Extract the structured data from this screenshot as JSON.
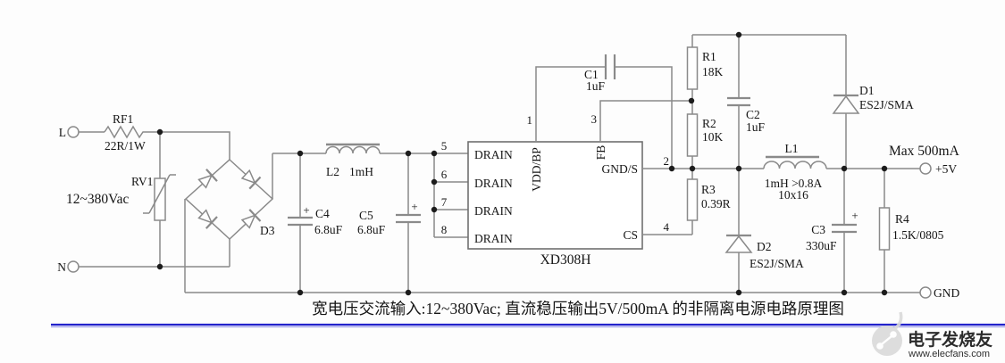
{
  "caption": "宽电压交流输入:12~380Vac; 直流稳压输出5V/500mA 的非隔离电源电路原理图",
  "terminals": {
    "live": "L",
    "neutral": "N",
    "output_pos": "+5V",
    "output_gnd": "GND"
  },
  "annotations": {
    "input_range": "12~380Vac",
    "max_output": "Max 500mA",
    "plus": "+"
  },
  "ic": {
    "part": "XD308H",
    "pins": {
      "n1": "1",
      "n2": "2",
      "n3": "3",
      "n4": "4",
      "n5": "5",
      "n6": "6",
      "n7": "7",
      "n8": "8"
    },
    "pads": {
      "drain": "DRAIN",
      "vdd_bp": "VDD/BP",
      "fb": "FB",
      "gnd_s": "GND/S",
      "cs": "CS"
    }
  },
  "components": {
    "rf1": {
      "ref": "RF1",
      "value": "22R/1W"
    },
    "rv1": {
      "ref": "RV1"
    },
    "d3": {
      "ref": "D3"
    },
    "l2": {
      "ref": "L2",
      "value": "1mH"
    },
    "c4": {
      "ref": "C4",
      "value": "6.8uF"
    },
    "c5": {
      "ref": "C5",
      "value": "6.8uF"
    },
    "c1": {
      "ref": "C1",
      "value": "1uF"
    },
    "r1": {
      "ref": "R1",
      "value": "18K"
    },
    "r2": {
      "ref": "R2",
      "value": "10K"
    },
    "r3": {
      "ref": "R3",
      "value": "0.39R"
    },
    "c2": {
      "ref": "C2",
      "value": "1uF"
    },
    "d1": {
      "ref": "D1",
      "value": "ES2J/SMA"
    },
    "d2": {
      "ref": "D2",
      "value": "ES2J/SMA"
    },
    "l1": {
      "ref": "L1",
      "value": "1mH >0.8A",
      "size": "10x16"
    },
    "c3": {
      "ref": "C3",
      "value": "330uF"
    },
    "r4": {
      "ref": "R4",
      "value": "1.5K/0805"
    }
  },
  "watermark": {
    "brand": "电子发烧友",
    "site": "www.elecfans.com"
  },
  "colors": {
    "divider_blue": "#2222cc",
    "wire_gray": "#8a8a8a"
  }
}
